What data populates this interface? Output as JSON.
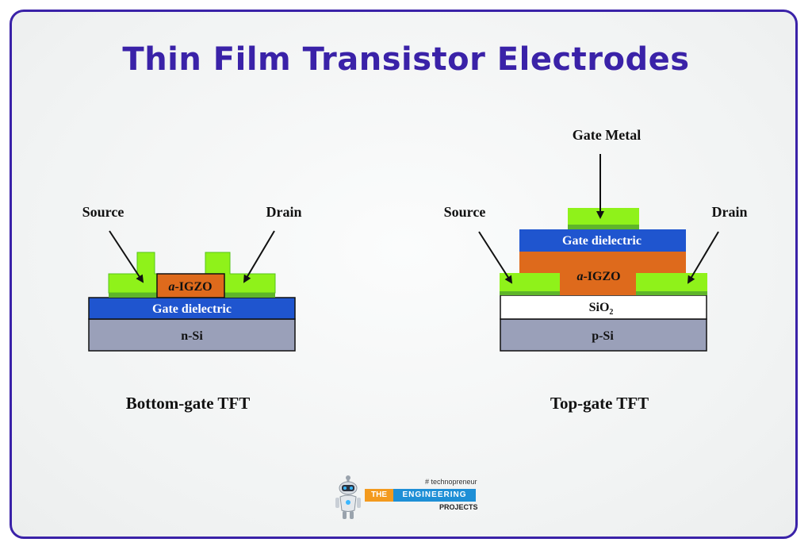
{
  "title": "Thin Film Transistor Electrodes",
  "bottom_gate": {
    "source_label": "Source",
    "drain_label": "Drain",
    "channel_label": "a-IGZO",
    "dielectric_label": "Gate dielectric",
    "substrate_label": "n-Si",
    "caption": "Bottom-gate TFT"
  },
  "top_gate": {
    "gate_metal_label": "Gate Metal",
    "source_label": "Source",
    "drain_label": "Drain",
    "dielectric_label": "Gate dielectric",
    "channel_label": "a-IGZO",
    "oxide_label": "SiO",
    "oxide_subscript": "2",
    "substrate_label": "p-Si",
    "caption": "Top-gate TFT"
  },
  "logo": {
    "tagline": "# technopreneur",
    "the": "THE",
    "engineering": "ENGINEERING",
    "projects": "PROJECTS"
  },
  "colors": {
    "accent": "#3a22a8",
    "electrode_green": "#8ff21a",
    "dielectric_blue": "#1f55cf",
    "igzo_orange": "#de6a1c",
    "substrate_gray": "#9aa0b9"
  }
}
